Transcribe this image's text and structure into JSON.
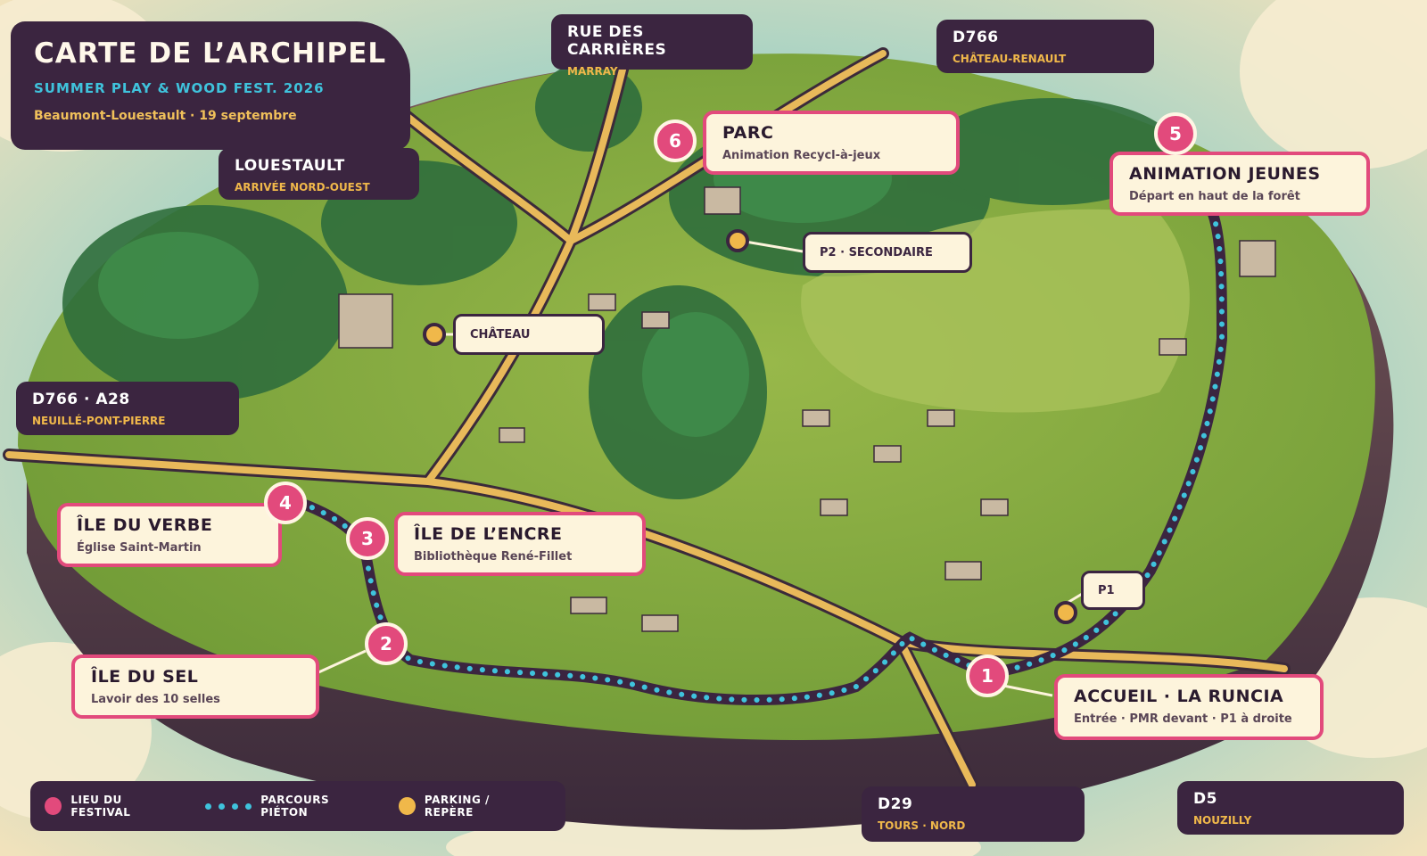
{
  "title": {
    "heading": "CARTE DE L’ARCHIPEL",
    "subtitle": "SUMMER PLAY & WOOD FEST. 2026",
    "meta": "Beaumont-Louestault · 19 septembre"
  },
  "roads": [
    {
      "name": "RUE DES CARRIÈRES",
      "to": "MARRAY"
    },
    {
      "name": "D766",
      "to": "CHÂTEAU-RENAULT"
    },
    {
      "name": "LOUESTAULT",
      "to": "ARRIVÉE NORD-OUEST"
    },
    {
      "name": "D766 · A28",
      "to": "NEUILLÉ-PONT-PIERRE"
    },
    {
      "name": "D29",
      "to": "TOURS · NORD"
    },
    {
      "name": "D5",
      "to": "NOUZILLY"
    }
  ],
  "venues": [
    {
      "number": "1",
      "name": "ACCUEIL · LA RUNCIA",
      "detail": "Entrée · PMR devant · P1 à droite"
    },
    {
      "number": "2",
      "name": "ÎLE DU SEL",
      "detail": "Lavoir des 10 selles"
    },
    {
      "number": "3",
      "name": "ÎLE DE L’ENCRE",
      "detail": "Bibliothèque René-Fillet"
    },
    {
      "number": "4",
      "name": "ÎLE DU VERBE",
      "detail": "Église Saint-Martin"
    },
    {
      "number": "5",
      "name": "ANIMATION JEUNES",
      "detail": "Départ en haut de la forêt"
    },
    {
      "number": "6",
      "name": "PARC",
      "detail": "Animation Recycl-à-jeux"
    }
  ],
  "parkings": [
    {
      "label": "P2 · SECONDAIRE"
    },
    {
      "label": "CHÂTEAU"
    },
    {
      "label": "P1"
    }
  ],
  "legend": {
    "venue": "LIEU DU FESTIVAL",
    "path": "PARCOURS PIÉTON",
    "parking": "PARKING / REPÈRE"
  },
  "colors": {
    "venue": "#e24a7c",
    "path": "#3fc3dc",
    "parking": "#f0b84a",
    "panel": "#3b2540"
  }
}
